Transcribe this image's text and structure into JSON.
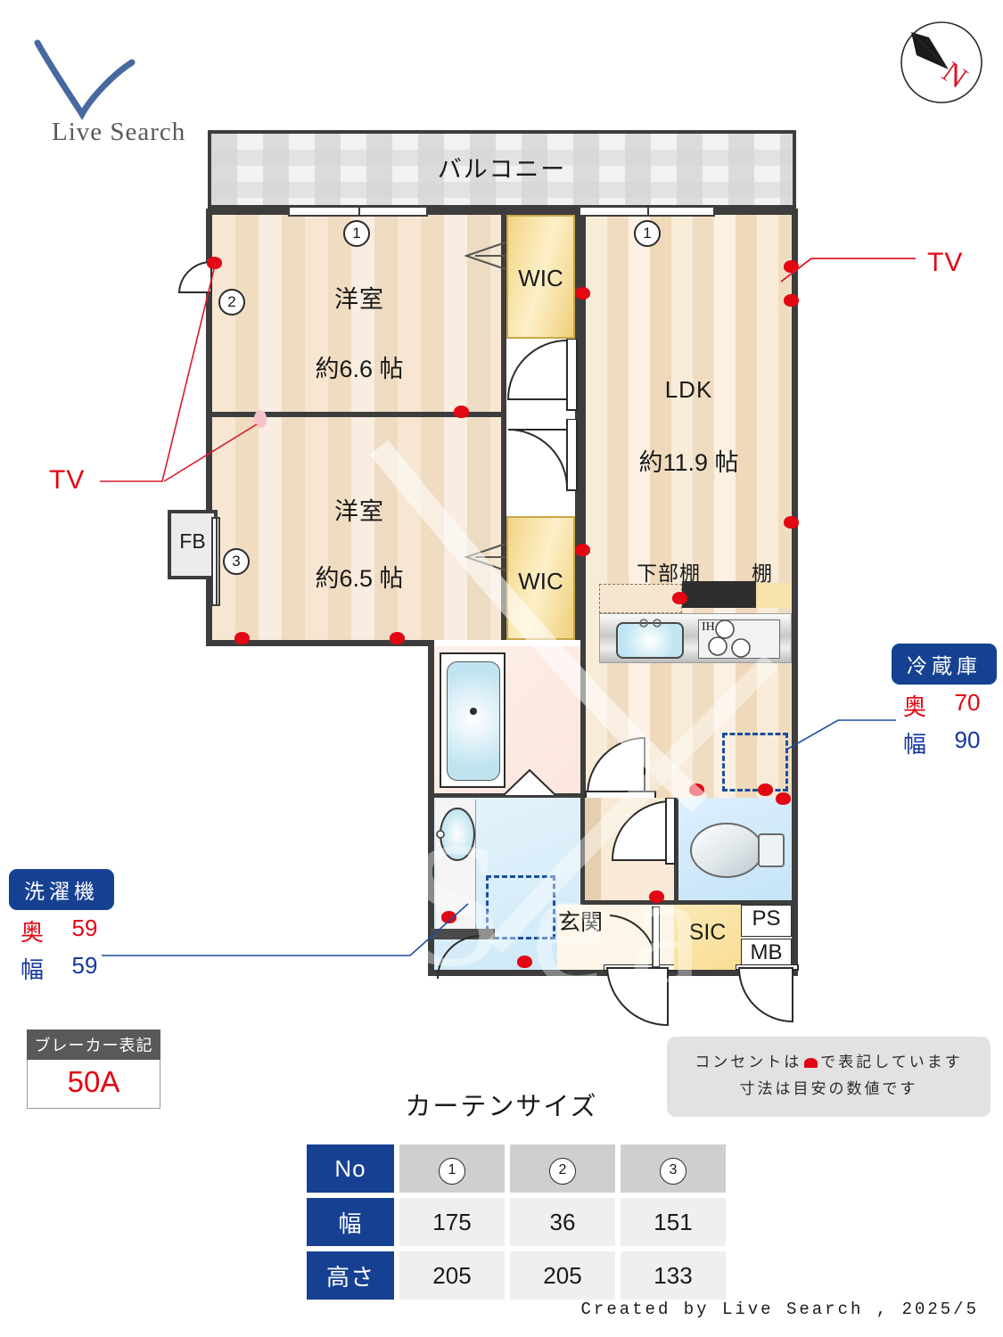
{
  "brand": {
    "name": "Live Search",
    "icon": "checkmark-logo-icon"
  },
  "compass": {
    "label": "N",
    "icon": "compass-north-icon"
  },
  "plan": {
    "balcony": {
      "label": "バルコニー"
    },
    "rooms": [
      {
        "key": "bedroom1",
        "name": "洋室",
        "size": "約6.6 帖"
      },
      {
        "key": "bedroom2",
        "name": "洋室",
        "size": "約6.5 帖"
      },
      {
        "key": "ldk",
        "name": "LDK",
        "size": "約11.9 帖"
      }
    ],
    "closets": [
      {
        "label": "WIC"
      },
      {
        "label": "WIC"
      }
    ],
    "kitchen": {
      "lower_shelf": "下部棚",
      "shelf": "棚",
      "cooktop": "IH"
    },
    "entry": {
      "label": "玄関"
    },
    "sic": {
      "label": "SIC"
    },
    "ps": {
      "label": "PS"
    },
    "mb": {
      "label": "MB"
    },
    "fb": {
      "label": "FB"
    },
    "window_markers": [
      "1",
      "1",
      "2",
      "3"
    ],
    "tv_left": {
      "label": "TV"
    },
    "tv_right": {
      "label": "TV"
    }
  },
  "appliances": {
    "fridge": {
      "title": "冷蔵庫",
      "depth_key": "奥",
      "depth": "70",
      "width_key": "幅",
      "width": "90"
    },
    "washer": {
      "title": "洗濯機",
      "depth_key": "奥",
      "depth": "59",
      "width_key": "幅",
      "width": "59"
    }
  },
  "breaker": {
    "title": "ブレーカー表記",
    "value": "50A"
  },
  "note": {
    "line1_a": "コンセントは",
    "line1_b": "で表記しています",
    "line2": "寸法は目安の数値です"
  },
  "curtain": {
    "title": "カーテンサイズ",
    "header_label": "No",
    "columns": [
      "1",
      "2",
      "3"
    ],
    "rows": [
      {
        "label": "幅",
        "values": [
          "175",
          "36",
          "151"
        ]
      },
      {
        "label": "高さ",
        "values": [
          "205",
          "205",
          "133"
        ]
      }
    ]
  },
  "credit": "Created by Live Search , 2025/5",
  "colors": {
    "accent_blue": "#164193",
    "accent_red": "#e30613",
    "wall": "#3d3d3d"
  }
}
